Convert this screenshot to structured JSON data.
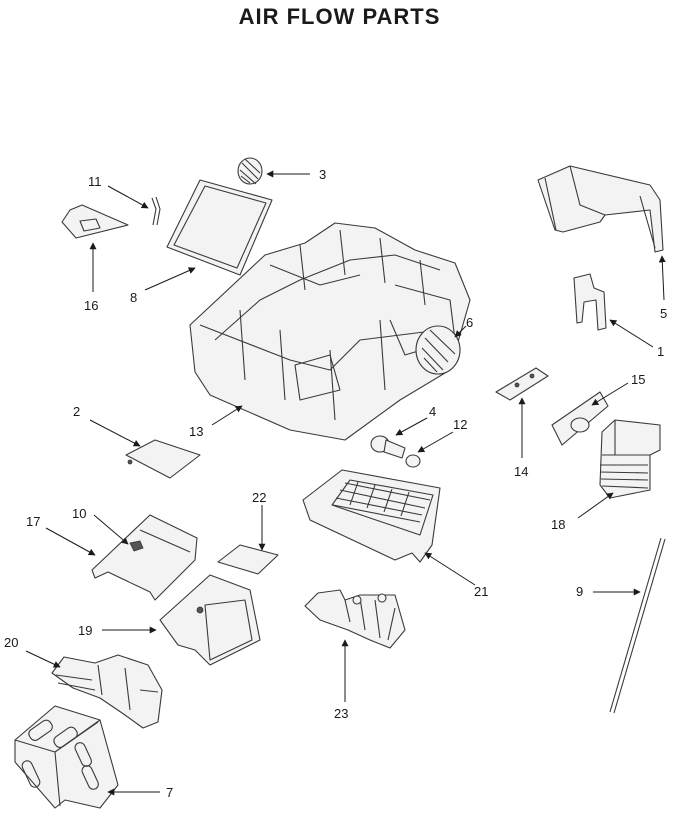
{
  "title": "AIR FLOW PARTS",
  "callouts": [
    {
      "id": "1",
      "label": "1"
    },
    {
      "id": "2",
      "label": "2"
    },
    {
      "id": "3",
      "label": "3"
    },
    {
      "id": "4",
      "label": "4"
    },
    {
      "id": "5",
      "label": "5"
    },
    {
      "id": "6",
      "label": "6"
    },
    {
      "id": "7",
      "label": "7"
    },
    {
      "id": "8",
      "label": "8"
    },
    {
      "id": "9",
      "label": "9"
    },
    {
      "id": "10",
      "label": "10"
    },
    {
      "id": "11",
      "label": "11"
    },
    {
      "id": "12",
      "label": "12"
    },
    {
      "id": "13",
      "label": "13"
    },
    {
      "id": "14",
      "label": "14"
    },
    {
      "id": "15",
      "label": "15"
    },
    {
      "id": "16",
      "label": "16"
    },
    {
      "id": "17",
      "label": "17"
    },
    {
      "id": "18",
      "label": "18"
    },
    {
      "id": "19",
      "label": "19"
    },
    {
      "id": "20",
      "label": "20"
    },
    {
      "id": "21",
      "label": "21"
    },
    {
      "id": "22",
      "label": "22"
    },
    {
      "id": "23",
      "label": "23"
    }
  ]
}
